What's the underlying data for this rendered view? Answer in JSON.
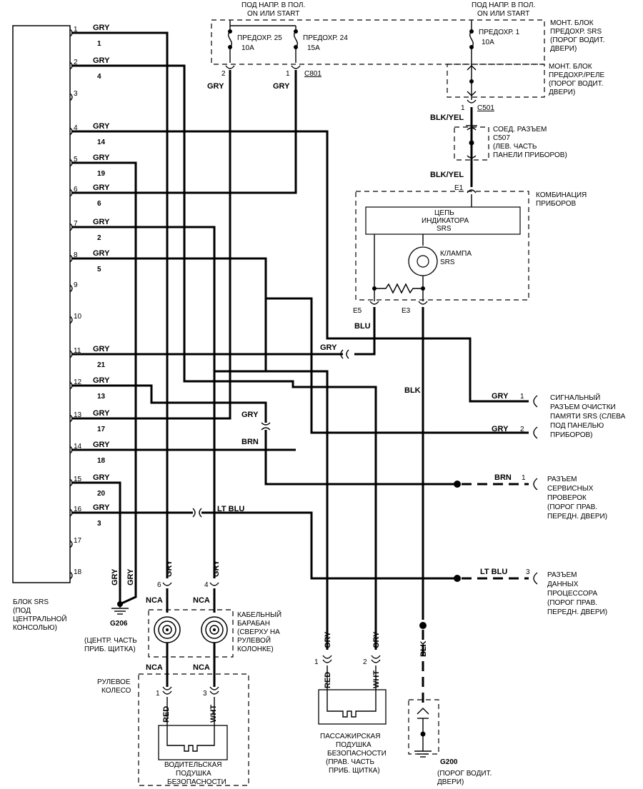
{
  "srs_block": {
    "label": [
      "БЛОК SRS",
      "(ПОД",
      "ЦЕНТРАЛЬНОЙ",
      "КОНСОЛЬЮ)"
    ],
    "pins": [
      {
        "pin": "1",
        "color": "GRY",
        "num": "1"
      },
      {
        "pin": "2",
        "color": "GRY",
        "num": "4"
      },
      {
        "pin": "3",
        "color": "",
        "num": ""
      },
      {
        "pin": "4",
        "color": "GRY",
        "num": "14"
      },
      {
        "pin": "5",
        "color": "GRY",
        "num": "19"
      },
      {
        "pin": "6",
        "color": "GRY",
        "num": "6"
      },
      {
        "pin": "7",
        "color": "GRY",
        "num": "2"
      },
      {
        "pin": "8",
        "color": "GRY",
        "num": "5"
      },
      {
        "pin": "9",
        "color": "",
        "num": ""
      },
      {
        "pin": "10",
        "color": "",
        "num": ""
      },
      {
        "pin": "11",
        "color": "GRY",
        "num": "21"
      },
      {
        "pin": "12",
        "color": "GRY",
        "num": "13"
      },
      {
        "pin": "13",
        "color": "GRY",
        "num": "17"
      },
      {
        "pin": "14",
        "color": "GRY",
        "num": "18"
      },
      {
        "pin": "15",
        "color": "GRY",
        "num": "20"
      },
      {
        "pin": "16",
        "color": "GRY",
        "num": "3"
      },
      {
        "pin": "17",
        "color": "",
        "num": ""
      },
      {
        "pin": "18",
        "color": "",
        "num": ""
      }
    ]
  },
  "top": {
    "power_left": [
      "ПОД НАПР. В ПОЛ.",
      "ON ИЛИ START"
    ],
    "power_right": [
      "ПОД НАПР. В ПОЛ.",
      "ON ИЛИ START"
    ],
    "fuse25": [
      "ПРЕДОХР. 25",
      "10A"
    ],
    "fuse24": [
      "ПРЕДОХР. 24",
      "15A"
    ],
    "fuse1": [
      "ПРЕДОХР. 1",
      "10A"
    ],
    "fuse_box_srs": [
      "МОНТ. БЛОК",
      "ПРЕДОХР. SRS",
      "(ПОРОГ ВОДИТ.",
      "ДВЕРИ)"
    ],
    "fuse_box_relay": [
      "МОНТ. БЛОК",
      "ПРЕДОХР./РЕЛЕ",
      "(ПОРОГ ВОДИТ.",
      "ДВЕРИ)"
    ],
    "c801": "C801",
    "pin2": "2",
    "pin1": "1",
    "gry_left": "GRY",
    "gry_right": "GRY"
  },
  "right_column": {
    "c501_pin": "1",
    "c501": "C501",
    "blkyel1": "BLK/YEL",
    "c507": [
      "СОЕД. РАЗЪЕМ",
      "C507",
      "(ЛЕВ. ЧАСТЬ",
      "ПАНЕЛИ ПРИБОРОВ)"
    ],
    "blkyel2": "BLK/YEL",
    "e1": "E1"
  },
  "cluster": {
    "label": [
      "КОМБИНАЦИЯ",
      "ПРИБОРОВ"
    ],
    "circuit": [
      "ЦЕПЬ",
      "ИНДИКАТОРА",
      "SRS"
    ],
    "lamp": [
      "К/ЛАМПА",
      "SRS"
    ],
    "e5": "E5",
    "e3": "E3",
    "blu": "BLU",
    "blk": "BLK"
  },
  "mid": {
    "gry11": "GRY",
    "gry_brn": "GRY",
    "brn": "BRN",
    "lt_blu": "LT BLU"
  },
  "connectors": {
    "clear": [
      "СИГНАЛЬНЫЙ",
      "РАЗЪЕМ ОЧИСТКИ",
      "ПАМЯТИ SRS (СЛЕВА",
      "ПОД ПАНЕЛЬЮ",
      "ПРИБОРОВ)"
    ],
    "clear_w1": "GRY",
    "clear_p1": "1",
    "clear_w2": "GRY",
    "clear_p2": "2",
    "service": [
      "РАЗЪЕМ",
      "СЕРВИСНЫХ",
      "ПРОВЕРОК",
      "(ПОРОГ ПРАВ.",
      "ПЕРЕДН. ДВЕРИ)"
    ],
    "service_w": "BRN",
    "service_p": "1",
    "data": [
      "РАЗЪЕМ",
      "ДАННЫХ",
      "ПРОЦЕССОРА",
      "(ПОРОГ ПРАВ.",
      "ПЕРЕДН. ДВЕРИ)"
    ],
    "data_w": "LT BLU",
    "data_p": "3"
  },
  "bottom": {
    "gry15": "GRY",
    "gry16": "GRY",
    "g206": "G206",
    "g206_label": [
      "(ЦЕНТР. ЧАСТЬ",
      "ПРИБ. ЩИТКА)"
    ],
    "gry_a": "GRY",
    "gry_b": "GRY",
    "pin6": "6",
    "pin4": "4",
    "nca1": "NCA",
    "nca2": "NCA",
    "nca3": "NCA",
    "nca4": "NCA",
    "cable_drum": [
      "КАБЕЛЬНЫЙ",
      "БАРАБАН",
      "(СВЕРХУ НА",
      "РУЛЕВОЙ",
      "КОЛОНКЕ)"
    ],
    "wheel": [
      "РУЛЕВОЕ",
      "КОЛЕСО"
    ],
    "pin1": "1",
    "pin3": "3",
    "red1": "RED",
    "wht1": "WHT",
    "driver_bag": [
      "ВОДИТЕЛЬСКАЯ",
      "ПОДУШКА",
      "БЕЗОПАСНОСТИ"
    ],
    "gry_p1": "GRY",
    "gry_p2": "GRY",
    "ppin1": "1",
    "ppin2": "2",
    "red2": "RED",
    "wht2": "WHT",
    "pass_bag": [
      "ПАССАЖИРСКАЯ",
      "ПОДУШКА",
      "БЕЗОПАСНОСТИ",
      "(ПРАВ. ЧАСТЬ",
      "ПРИБ. ЩИТКА)"
    ],
    "blk_vert": "BLK",
    "g200": "G200",
    "g200_label": [
      "(ПОРОГ ВОДИТ.",
      "ДВЕРИ)"
    ]
  }
}
